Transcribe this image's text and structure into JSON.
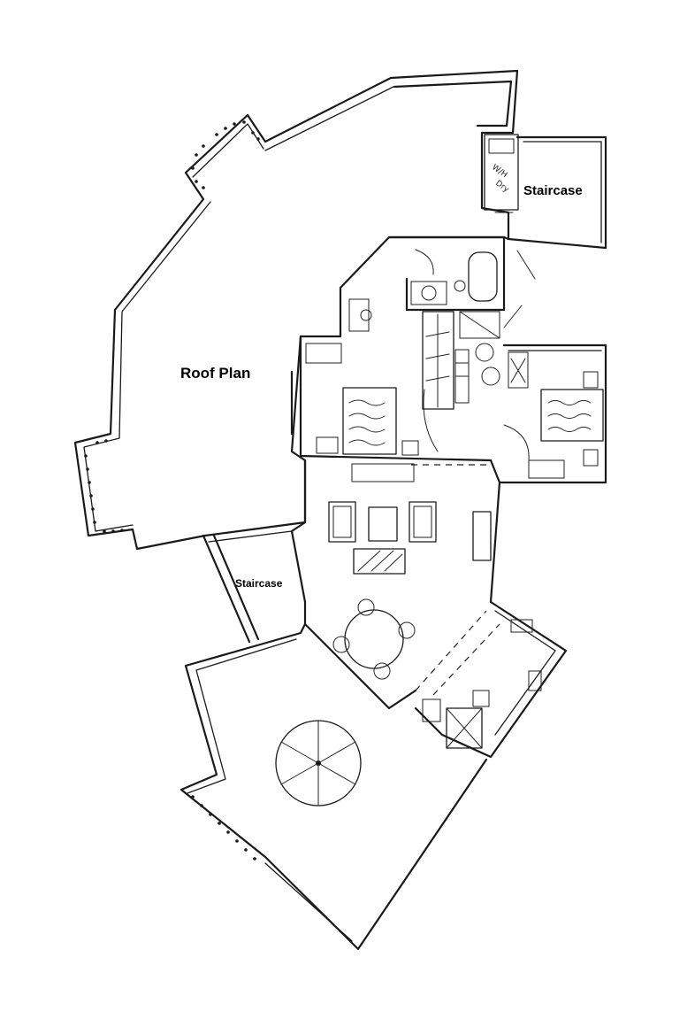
{
  "labels": {
    "roof_plan": "Roof Plan",
    "staircase_top": "Staircase",
    "staircase_mid": "Staircase"
  },
  "closet_note": {
    "line1": "W/H",
    "line2": "Dry"
  },
  "colors": {
    "ink": "#1a1a1a",
    "paper": "#ffffff"
  }
}
